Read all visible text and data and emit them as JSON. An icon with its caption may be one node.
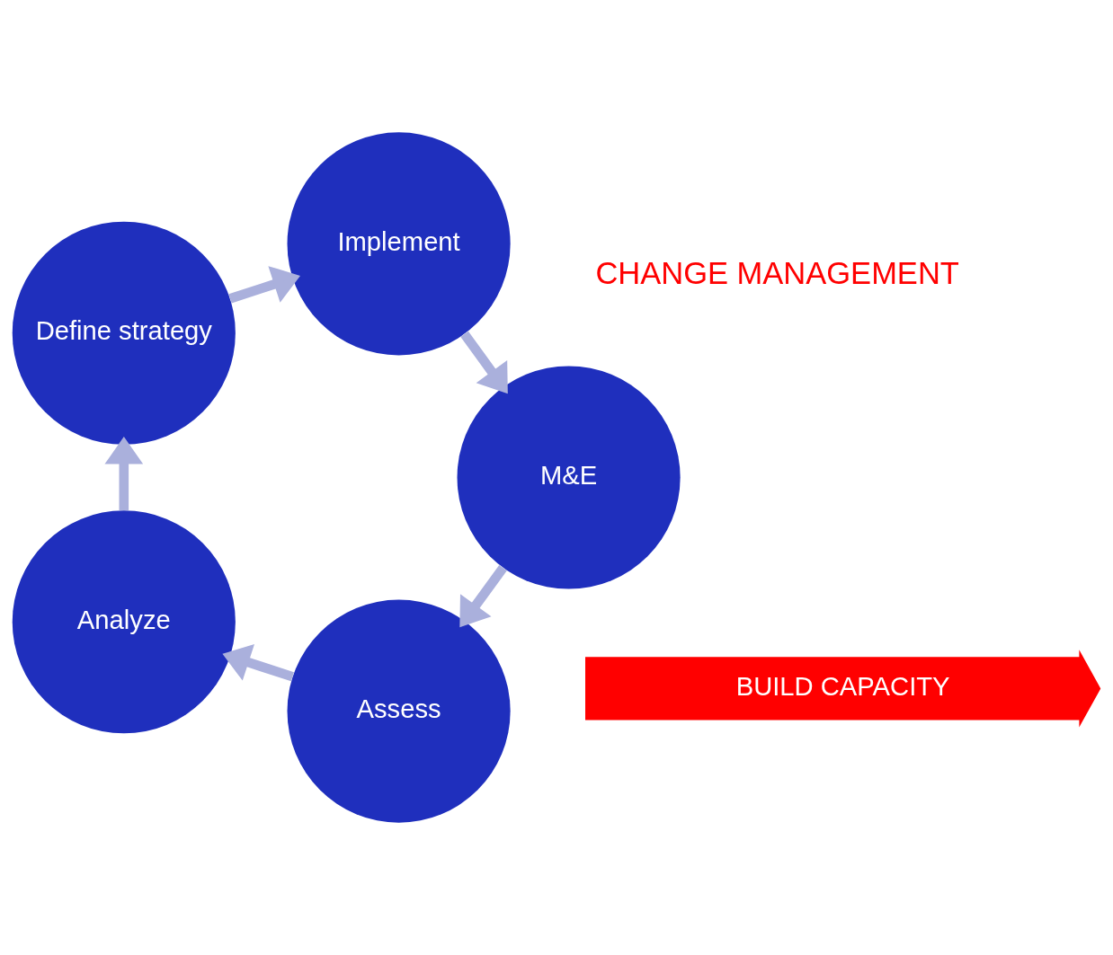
{
  "diagram": {
    "nodes": [
      {
        "text": [
          "Assess"
        ]
      },
      {
        "text": [
          "Analyze"
        ]
      },
      {
        "text": [
          "Define strategy"
        ]
      },
      {
        "text": [
          "Implement"
        ]
      },
      {
        "text": [
          "M&E"
        ]
      },
      {
        "text": [
          "BUILD CAPACITY"
        ]
      }
    ],
    "edges": [
      {
        "from": 0,
        "to": 1,
        "arrow": "to"
      },
      {
        "from": 1,
        "to": 2,
        "arrow": "to"
      },
      {
        "from": 2,
        "to": 3,
        "arrow": "to"
      },
      {
        "from": 3,
        "to": 4,
        "arrow": "to"
      },
      {
        "from": 4,
        "to": 0,
        "arrow": "to"
      }
    ],
    "labels": [
      "CHANGE MANAGEMENT"
    ]
  }
}
